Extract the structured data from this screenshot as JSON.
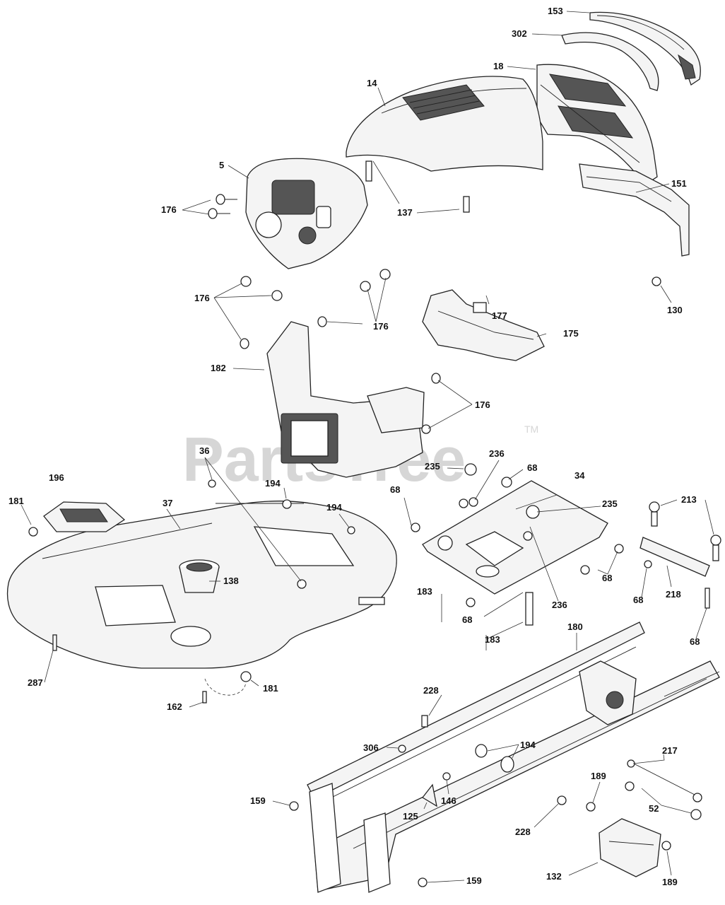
{
  "watermark": {
    "text": "PartsTree",
    "tm": "TM"
  },
  "labels": [
    {
      "id": "153",
      "text": "153"
    },
    {
      "id": "302",
      "text": "302"
    },
    {
      "id": "18",
      "text": "18"
    },
    {
      "id": "14",
      "text": "14"
    },
    {
      "id": "5",
      "text": "5"
    },
    {
      "id": "176a",
      "text": "176"
    },
    {
      "id": "137",
      "text": "137"
    },
    {
      "id": "151",
      "text": "151"
    },
    {
      "id": "130",
      "text": "130"
    },
    {
      "id": "176b",
      "text": "176"
    },
    {
      "id": "176c",
      "text": "176"
    },
    {
      "id": "177",
      "text": "177"
    },
    {
      "id": "175",
      "text": "175"
    },
    {
      "id": "182",
      "text": "182"
    },
    {
      "id": "176d",
      "text": "176"
    },
    {
      "id": "36",
      "text": "36"
    },
    {
      "id": "235a",
      "text": "235"
    },
    {
      "id": "236a",
      "text": "236"
    },
    {
      "id": "68a",
      "text": "68"
    },
    {
      "id": "196",
      "text": "196"
    },
    {
      "id": "194a",
      "text": "194"
    },
    {
      "id": "34",
      "text": "34"
    },
    {
      "id": "181a",
      "text": "181"
    },
    {
      "id": "37",
      "text": "37"
    },
    {
      "id": "194b",
      "text": "194"
    },
    {
      "id": "68b",
      "text": "68"
    },
    {
      "id": "235b",
      "text": "235"
    },
    {
      "id": "213",
      "text": "213"
    },
    {
      "id": "138",
      "text": "138"
    },
    {
      "id": "68c",
      "text": "68"
    },
    {
      "id": "68d",
      "text": "68"
    },
    {
      "id": "218",
      "text": "218"
    },
    {
      "id": "183a",
      "text": "183"
    },
    {
      "id": "236b",
      "text": "236"
    },
    {
      "id": "68e",
      "text": "68"
    },
    {
      "id": "180",
      "text": "180"
    },
    {
      "id": "183b",
      "text": "183"
    },
    {
      "id": "68f",
      "text": "68"
    },
    {
      "id": "287",
      "text": "287"
    },
    {
      "id": "181b",
      "text": "181"
    },
    {
      "id": "162",
      "text": "162"
    },
    {
      "id": "228a",
      "text": "228"
    },
    {
      "id": "306",
      "text": "306"
    },
    {
      "id": "194c",
      "text": "194"
    },
    {
      "id": "217",
      "text": "217"
    },
    {
      "id": "189a",
      "text": "189"
    },
    {
      "id": "159a",
      "text": "159"
    },
    {
      "id": "146",
      "text": "146"
    },
    {
      "id": "52",
      "text": "52"
    },
    {
      "id": "125",
      "text": "125"
    },
    {
      "id": "228b",
      "text": "228"
    },
    {
      "id": "159b",
      "text": "159"
    },
    {
      "id": "132",
      "text": "132"
    },
    {
      "id": "189b",
      "text": "189"
    }
  ]
}
